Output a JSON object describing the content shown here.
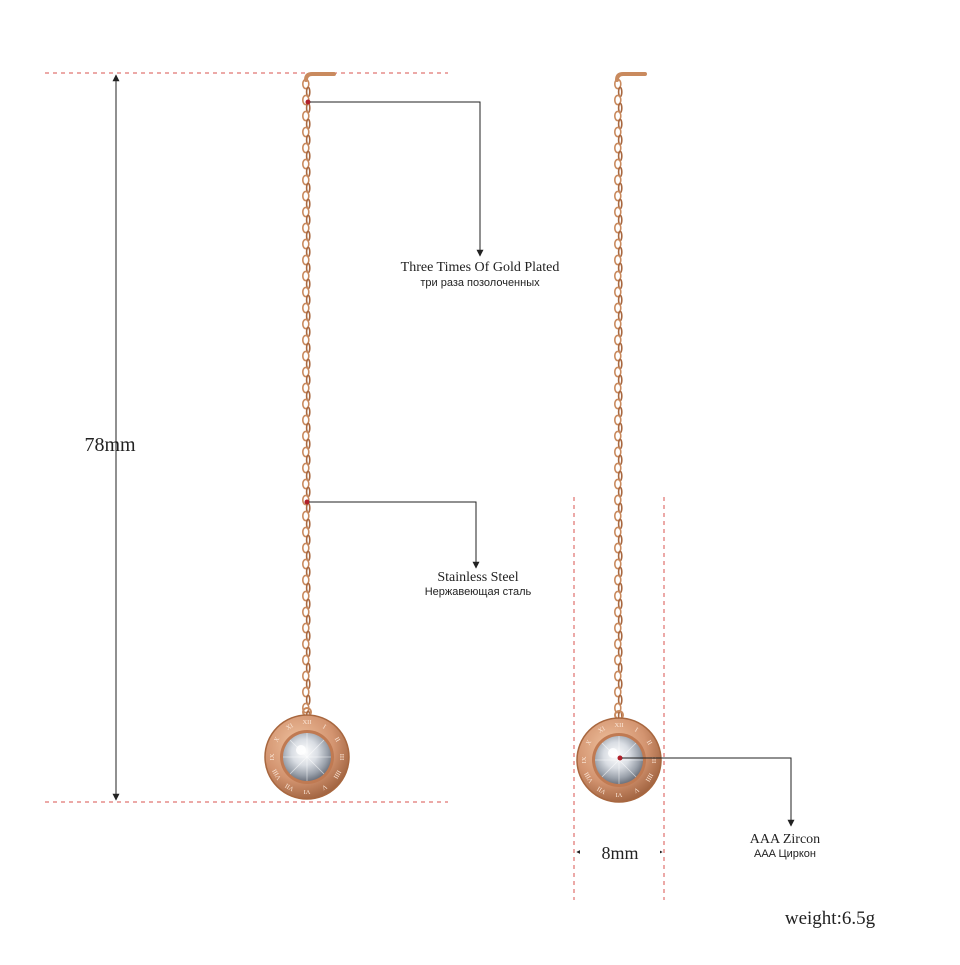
{
  "labels": {
    "gold_plated_en": "Three Times Of Gold Plated",
    "gold_plated_ru": "три раза позолоченных",
    "steel_en": "Stainless Steel",
    "steel_ru": "Нержавеющая сталь",
    "zircon_en": "AAA Zircon",
    "zircon_ru": "AAA Циркон",
    "length": "78mm",
    "width": "8mm",
    "weight": "weight:6.5g"
  },
  "colors": {
    "rose_gold": "#c98a5e",
    "rose_gold_dark": "#a8673f",
    "dashed_guides": "#d9534f",
    "arrows": "#222222",
    "marker_dots": "#b0202a"
  },
  "roman_numerals": [
    "XII",
    "I",
    "II",
    "III",
    "IIII",
    "V",
    "VI",
    "VII",
    "VIII",
    "IX",
    "X",
    "XI"
  ]
}
